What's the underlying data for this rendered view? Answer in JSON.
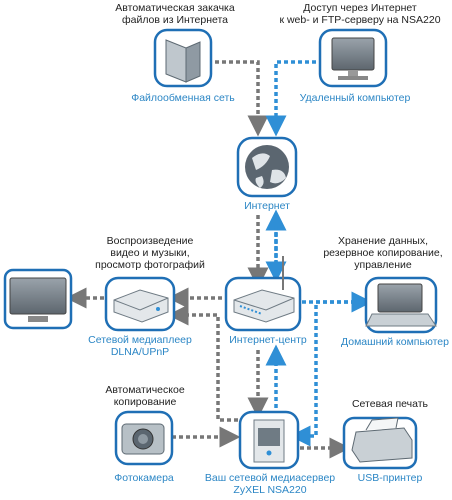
{
  "colors": {
    "label": "#2b86c5",
    "caption": "#222222",
    "arrow_gray": "#777777",
    "arrow_blue": "#2f8fd6",
    "icon_ring": "#1f6fb5"
  },
  "nodes": {
    "file_sharing": {
      "icon": "folder-icon",
      "label": "Файлообменная сеть",
      "caption": [
        "Автоматическая закачка",
        "файлов из Интернета"
      ]
    },
    "remote_pc": {
      "icon": "monitor-icon",
      "label": "Удаленный компьютер",
      "caption": [
        "Доступ через Интернет",
        "к web- и FTP-серверу на NSA220"
      ]
    },
    "internet": {
      "icon": "globe-icon",
      "label": "Интернет"
    },
    "media_player": {
      "icon": "media-player-icon",
      "label": [
        "Сетевой медиаплеер",
        "DLNA/UPnP"
      ],
      "caption": [
        "Воспроизведение",
        "видео и музыки,",
        "просмотр фотографий"
      ]
    },
    "tv": {
      "icon": "tv-icon"
    },
    "router": {
      "icon": "router-icon",
      "label": "Интернет-центр"
    },
    "home_pc": {
      "icon": "laptop-icon",
      "label": "Домашний компьютер",
      "caption": [
        "Хранение данных,",
        "резервное копирование,",
        "управление"
      ]
    },
    "camera": {
      "icon": "camera-icon",
      "label": "Фотокамера",
      "caption": [
        "Автоматическое",
        "копирование"
      ]
    },
    "nas": {
      "icon": "nas-icon",
      "label": [
        "Ваш сетевой медиасервер",
        "ZyXEL NSA220"
      ]
    },
    "printer": {
      "icon": "printer-icon",
      "label": "USB-принтер",
      "caption": [
        "Сетевая печать"
      ]
    }
  }
}
